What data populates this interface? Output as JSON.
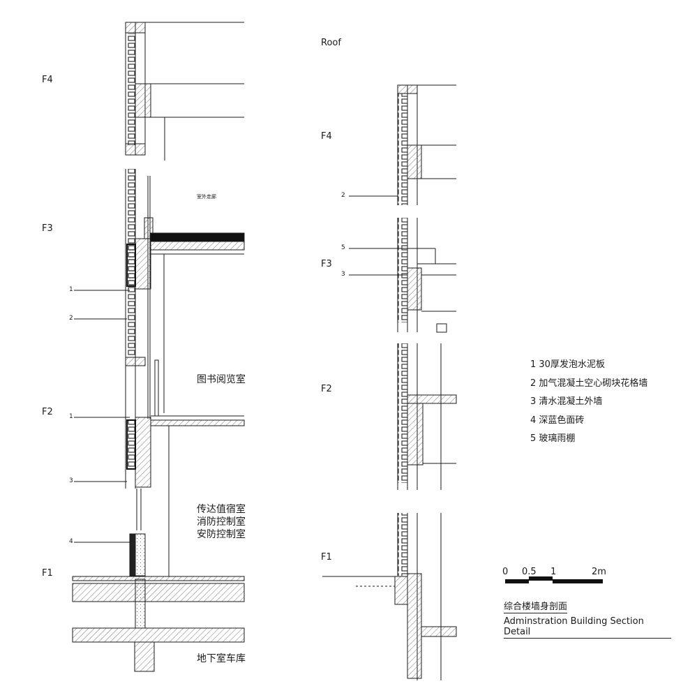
{
  "left_section": {
    "floors": [
      "F4",
      "F3",
      "F2",
      "F1"
    ],
    "rooms": {
      "corridor": "室外走廊",
      "reading_room": "图书阅览室",
      "duty_rooms": [
        "传达值宿室",
        "消防控制室",
        "安防控制室"
      ],
      "garage": "地下室车库"
    },
    "callouts": [
      "1",
      "2",
      "1",
      "3",
      "4"
    ]
  },
  "right_section": {
    "floors": [
      "Roof",
      "F4",
      "F3",
      "F2",
      "F1"
    ],
    "callouts": [
      "2",
      "5",
      "3"
    ]
  },
  "legend": [
    "1 30厚发泡水泥板",
    "2 加气混凝土空心砌块花格墙",
    "3 清水混凝土外墙",
    "4 深蓝色面砖",
    "5 玻璃雨棚"
  ],
  "scale_bar": {
    "ticks": [
      "0",
      "0.5",
      "1",
      "2m"
    ]
  },
  "title": {
    "cn": "综合楼墙身剖面",
    "en": "Adminstration Building Section Detail"
  },
  "colors": {
    "line": "#1a1a1a",
    "hatch": "#777777"
  }
}
